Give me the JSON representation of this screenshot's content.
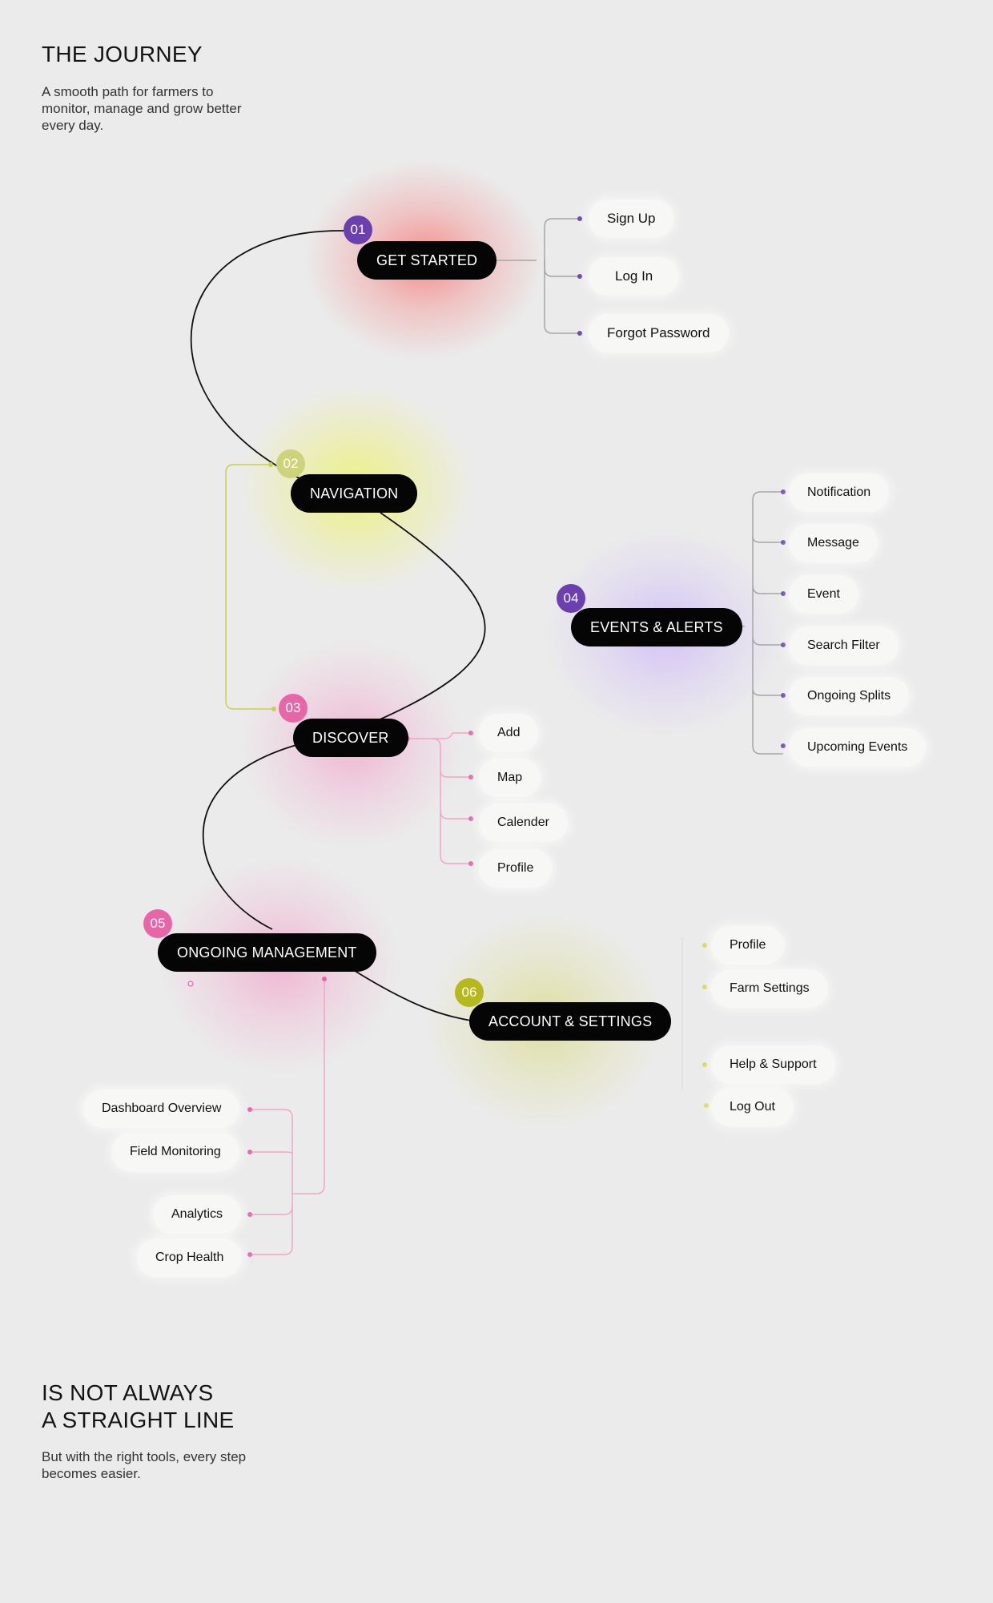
{
  "intro": {
    "title": "THE JOURNEY",
    "text": "A smooth path for farmers to monitor, manage and grow better every day."
  },
  "outro": {
    "title_line1": "IS NOT ALWAYS",
    "title_line2": "A STRAIGHT LINE",
    "text": "But with the right tools, every step becomes easier."
  },
  "colors": {
    "background": "#ebebeb",
    "node": "#050505",
    "pill": "#f7f7f5",
    "purple": "#6b3fae",
    "yellowgreen": "#cdd37a",
    "pink": "#e766a8",
    "olive": "#b5b91e"
  },
  "steps": [
    {
      "number": "01",
      "label": "GET STARTED",
      "color": "#6b3fae",
      "children": [
        "Sign Up",
        "Log In",
        "Forgot Password"
      ]
    },
    {
      "number": "02",
      "label": "NAVIGATION",
      "color": "#cdd37a",
      "children": []
    },
    {
      "number": "03",
      "label": "DISCOVER",
      "color": "#e766a8",
      "children": [
        "Add",
        "Map",
        "Calender",
        "Profile"
      ]
    },
    {
      "number": "04",
      "label": "EVENTS & ALERTS",
      "color": "#6b3fae",
      "children": [
        "Notification",
        "Message",
        "Event",
        "Search Filter",
        "Ongoing Splits",
        "Upcoming Events"
      ]
    },
    {
      "number": "05",
      "label": "ONGOING MANAGEMENT",
      "color": "#e766a8",
      "children": [
        "Dashboard Overview",
        "Field Monitoring",
        "Analytics",
        "Crop Health"
      ]
    },
    {
      "number": "06",
      "label": "ACCOUNT & SETTINGS",
      "color": "#b5b91e",
      "children": [
        "Profile",
        "Farm Settings",
        "Help & Support",
        "Log Out"
      ]
    }
  ]
}
